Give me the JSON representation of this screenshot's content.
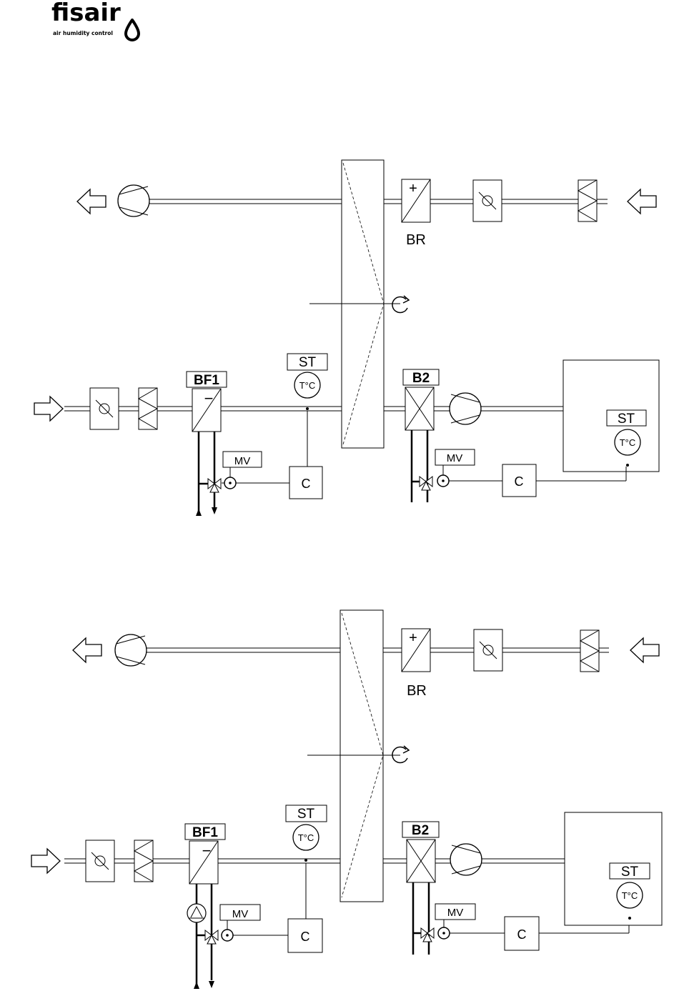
{
  "logo": {
    "brand": "fisair",
    "tagline": "air humidity control"
  },
  "diagrams": [
    {
      "id": "top",
      "labels": {
        "BR": "BR",
        "BF1": "BF1",
        "B2": "B2",
        "ST_duct": "ST",
        "ST_duct_sensor": "T°C",
        "ST_room": "ST",
        "ST_room_sensor": "T°C",
        "MV1": "MV",
        "MV2": "MV",
        "C1": "C",
        "C2": "C",
        "plus": "+",
        "minus": "−"
      }
    },
    {
      "id": "bottom",
      "labels": {
        "BR": "BR",
        "BF1": "BF1",
        "B2": "B2",
        "ST_duct": "ST",
        "ST_duct_sensor": "T°C",
        "ST_room": "ST",
        "ST_room_sensor": "T°C",
        "MV1": "MV",
        "MV2": "MV",
        "C1": "C",
        "C2": "C",
        "plus": "+",
        "minus": "−"
      }
    }
  ]
}
